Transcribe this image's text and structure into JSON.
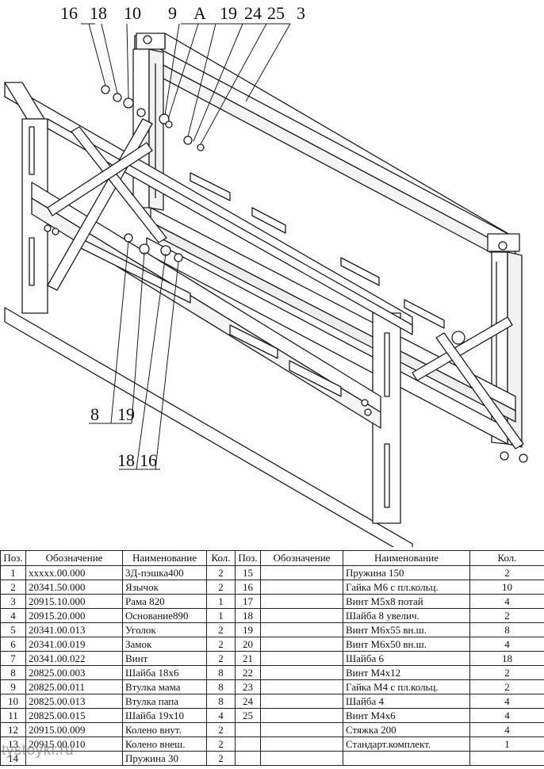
{
  "callouts": {
    "top": [
      "16",
      "18",
      "10",
      "9",
      "A",
      "19",
      "24",
      "25",
      "3"
    ],
    "bottom": [
      "8",
      "19",
      "18",
      "16"
    ]
  },
  "table": {
    "headers": [
      "Поз.",
      "Обозначение",
      "Наименование",
      "Кол.",
      "Поз.",
      "Обозначение",
      "Наименование",
      "Кол."
    ],
    "rows": [
      [
        "1",
        "xxxxx.00.000",
        "3Д-пэшка400",
        "2",
        "15",
        "",
        "Пружина 150",
        "2"
      ],
      [
        "2",
        "20341.50.000",
        "Язычок",
        "2",
        "16",
        "",
        "Гайка М6 с пл.кольц.",
        "10"
      ],
      [
        "3",
        "20915.10.000",
        "Рама 820",
        "1",
        "17",
        "",
        "Винт М5х8 потай",
        "4"
      ],
      [
        "4",
        "20915.20.000",
        "Основание890",
        "1",
        "18",
        "",
        "Шайба 8 увелич.",
        "2"
      ],
      [
        "5",
        "20341.00.013",
        "Уголок",
        "2",
        "19",
        "",
        "Винт М6х55 вн.ш.",
        "8"
      ],
      [
        "6",
        "20341.00.019",
        "Замок",
        "2",
        "20",
        "",
        "Винт М6х50 вн.ш.",
        "4"
      ],
      [
        "7",
        "20341.00.022",
        "Винт",
        "2",
        "21",
        "",
        "Шайба 6",
        "18"
      ],
      [
        "8",
        "20825.00.003",
        "Шайба 18х6",
        "8",
        "22",
        "",
        "Винт М4х12",
        "2"
      ],
      [
        "9",
        "20825.00.011",
        "Втулка мама",
        "8",
        "23",
        "",
        "Гайка М4 с пл.кольц.",
        "2"
      ],
      [
        "10",
        "20825.00.013",
        "Втулка папа",
        "8",
        "24",
        "",
        "Шайба 4",
        "4"
      ],
      [
        "11",
        "20825.00.015",
        "Шайба 19х10",
        "4",
        "25",
        "",
        "Винт М4х6",
        "4"
      ],
      [
        "12",
        "20915.00.009",
        "Колено внут.",
        "2",
        "",
        "",
        "Стяжка 200",
        "4"
      ],
      [
        "13",
        "20915.00.010",
        "Колено внеш.",
        "2",
        "",
        "",
        "Стандарт.комплект.",
        "1"
      ],
      [
        "14",
        "",
        "Пружина 30",
        "2",
        "",
        "",
        "",
        ""
      ]
    ]
  },
  "watermark": "tystoyki.ru"
}
